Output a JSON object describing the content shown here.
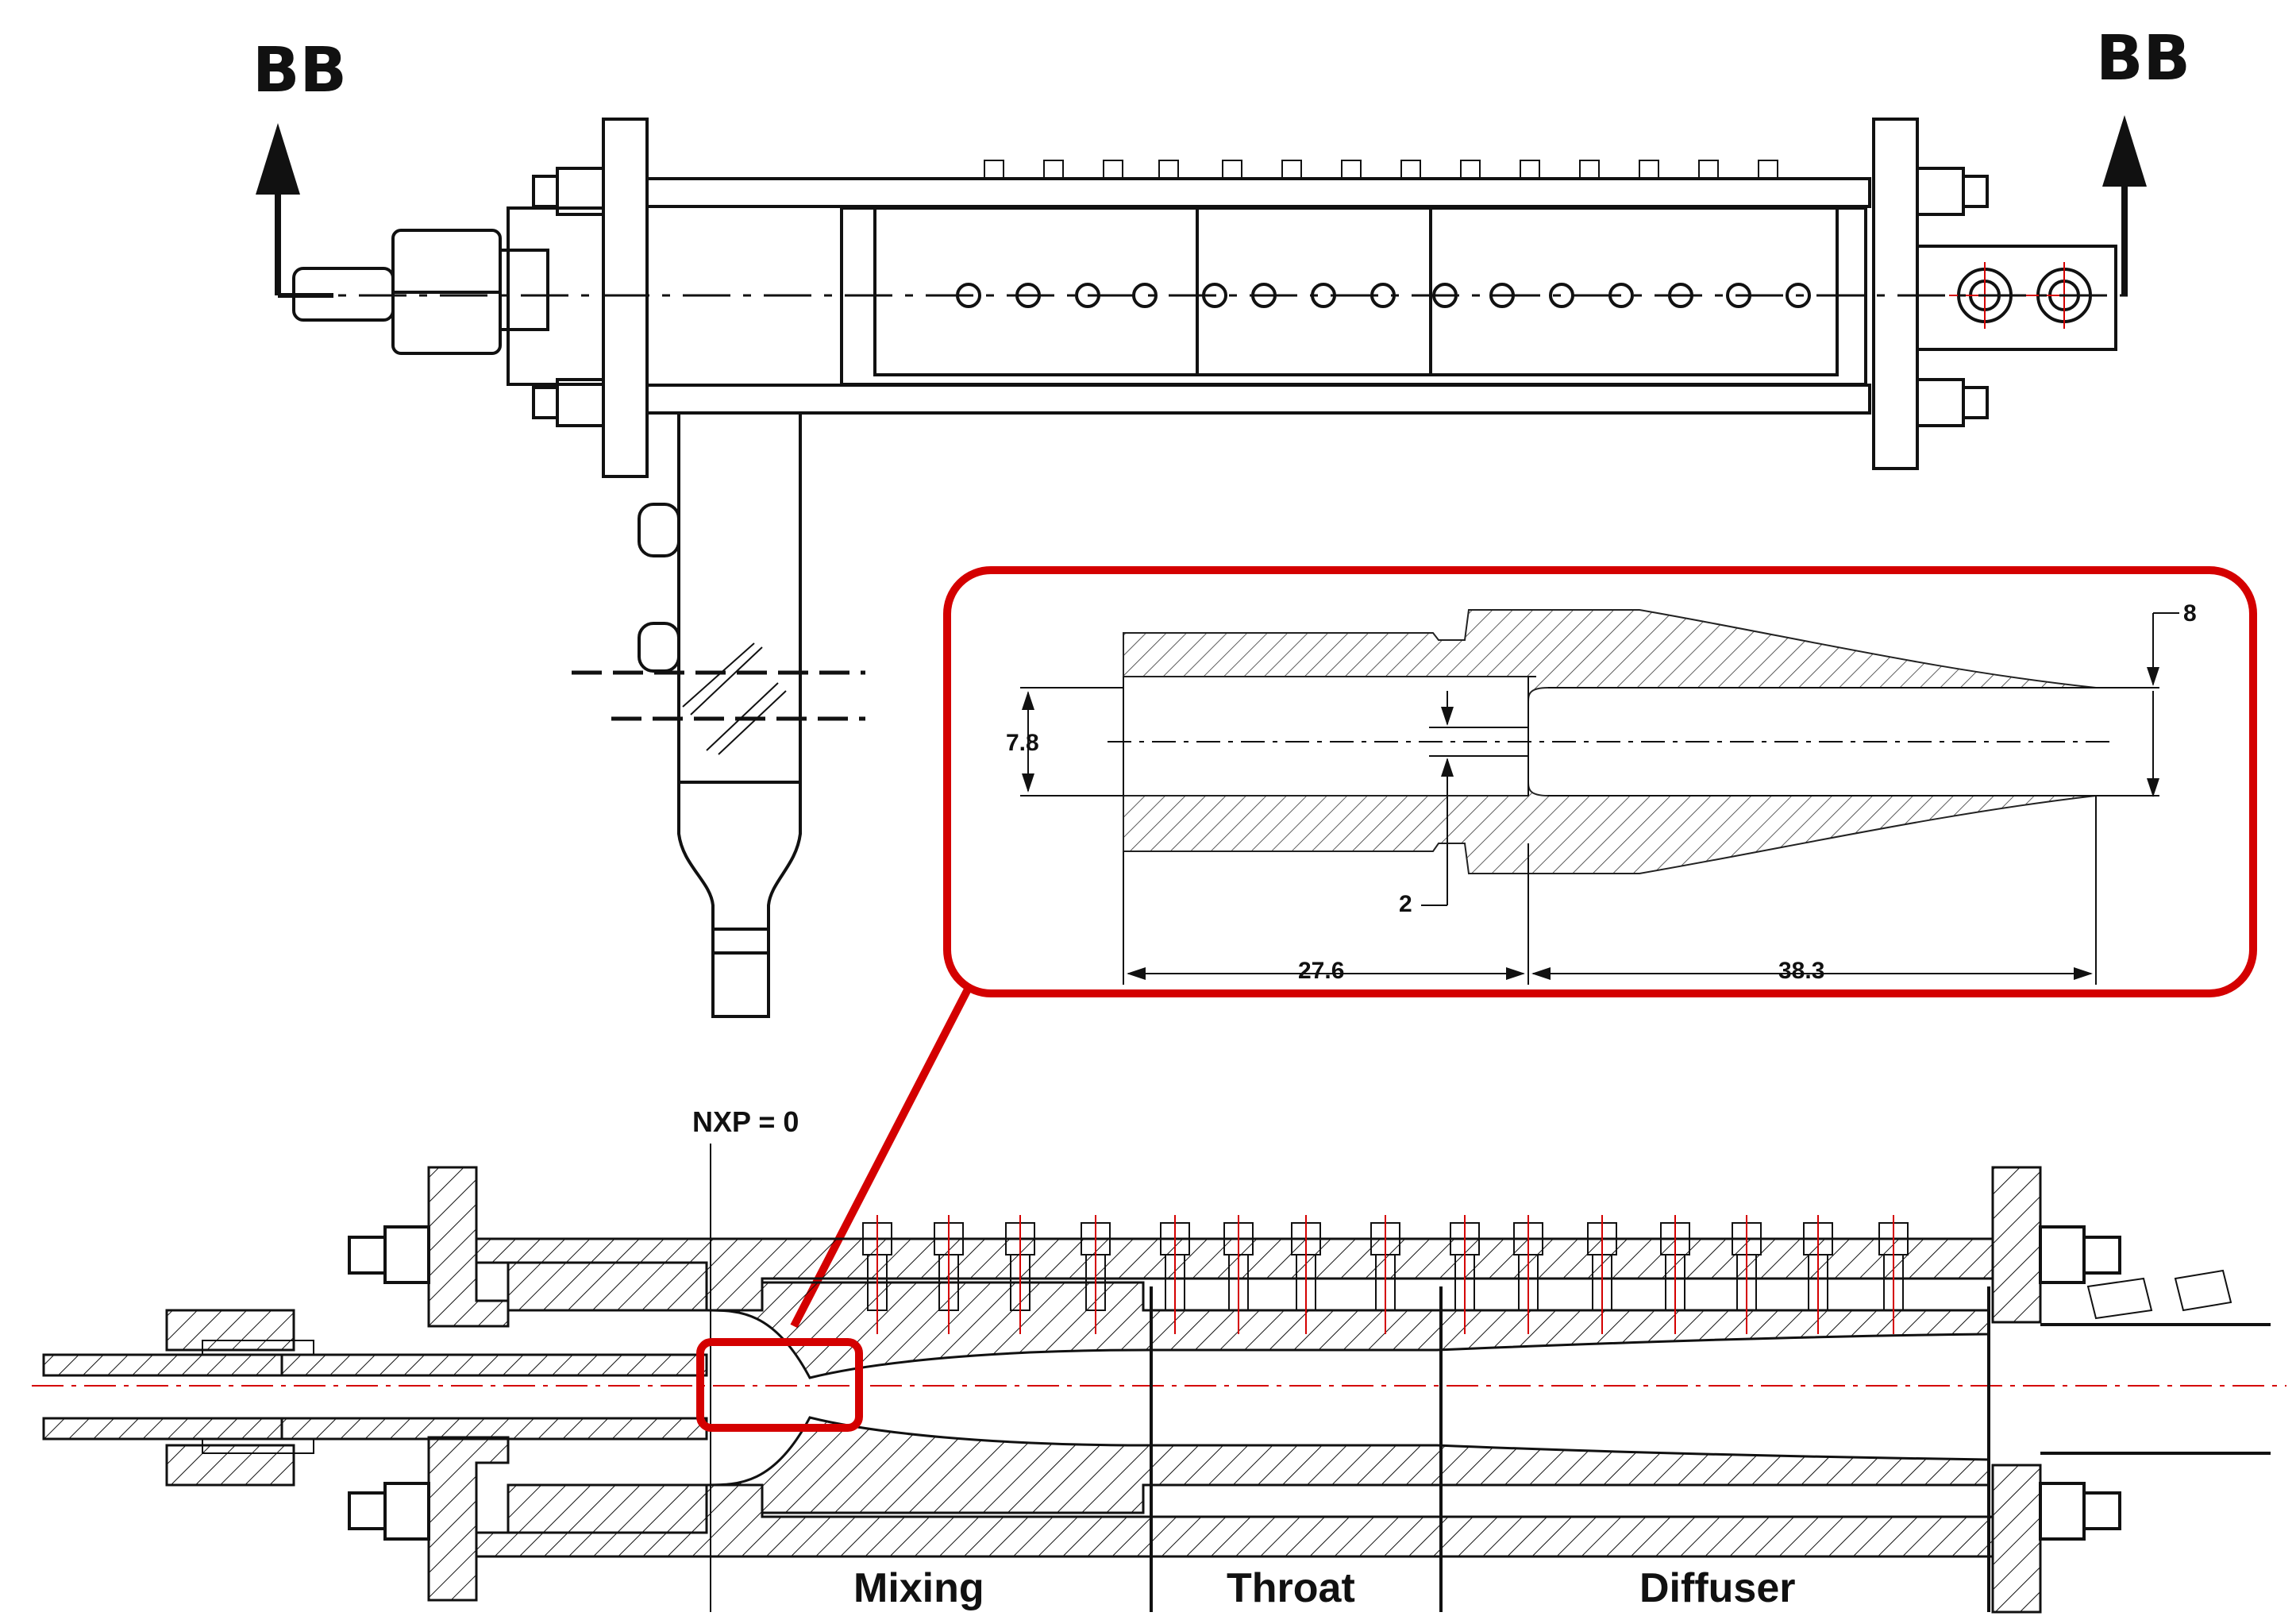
{
  "section_labels": {
    "left": "BB",
    "right": "BB"
  },
  "nxp_label": "NXP = 0",
  "zones": {
    "mixing": "Mixing",
    "throat": "Throat",
    "diffuser": "Diffuser"
  },
  "nozzle_dimensions": {
    "inlet_diameter": "7.8",
    "throat_diameter": "2",
    "exit_diameter": "8",
    "converging_length": "27.6",
    "diverging_length": "38.3"
  },
  "colors": {
    "highlight": "#d40000",
    "line": "#111111"
  }
}
